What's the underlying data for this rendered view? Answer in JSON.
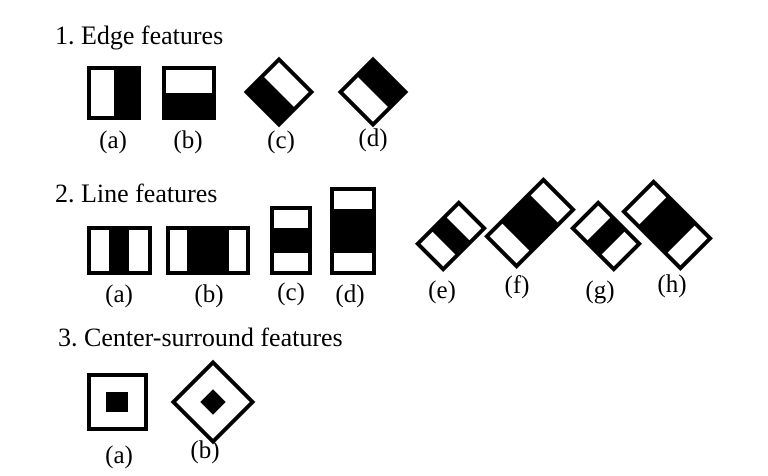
{
  "sections": [
    {
      "title": "1. Edge features",
      "features": [
        {
          "label": "(a)",
          "split": "two-vertical",
          "rotated": false
        },
        {
          "label": "(b)",
          "split": "two-horizontal",
          "rotated": false
        },
        {
          "label": "(c)",
          "split": "two-bottom-black",
          "rotated": true
        },
        {
          "label": "(d)",
          "split": "two-top-black",
          "rotated": true
        }
      ]
    },
    {
      "title": "2. Line features",
      "features": [
        {
          "label": "(a)",
          "split": "three-vertical",
          "rotated": false
        },
        {
          "label": "(b)",
          "split": "three-vertical-wide",
          "rotated": false
        },
        {
          "label": "(c)",
          "split": "three-horizontal",
          "rotated": false
        },
        {
          "label": "(d)",
          "split": "three-horizontal-wide",
          "rotated": false
        },
        {
          "label": "(e)",
          "split": "three-diagonal",
          "rotated": true
        },
        {
          "label": "(f)",
          "split": "three-diagonal-wide",
          "rotated": true
        },
        {
          "label": "(g)",
          "split": "three-diagonal",
          "rotated": true
        },
        {
          "label": "(h)",
          "split": "three-diagonal-wide",
          "rotated": true
        }
      ]
    },
    {
      "title": "3. Center-surround features",
      "features": [
        {
          "label": "(a)",
          "split": "center-square",
          "rotated": false
        },
        {
          "label": "(b)",
          "split": "center-diamond",
          "rotated": true
        }
      ]
    }
  ],
  "colors": {
    "black": "#000000",
    "white": "#ffffff"
  }
}
